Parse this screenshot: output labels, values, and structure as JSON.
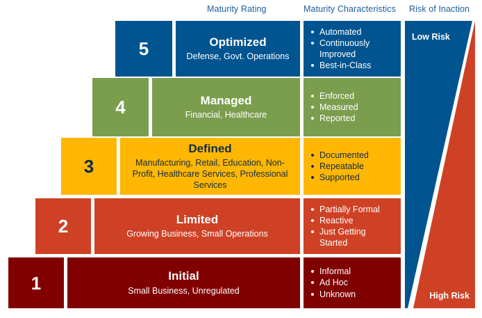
{
  "headers": {
    "rating": "Maturity Rating",
    "characteristics": "Maturity Characteristics",
    "risk": "Risk of Inaction"
  },
  "colors": {
    "header_text": "#1b5e9e",
    "level5": "#00548f",
    "level4": "#7b9e4e",
    "level3": "#ffb703",
    "level2": "#ce4125",
    "level1": "#800000",
    "risk_low": "#00548f",
    "risk_high": "#ce4125",
    "dark_text": "#112b45",
    "light_text": "#ffffff"
  },
  "levels": [
    {
      "number": "5",
      "title": "Optimized",
      "subtitle": "Defense, Govt. Operations",
      "characteristics": [
        "Automated",
        "Continuously Improved",
        "Best-in-Class"
      ]
    },
    {
      "number": "4",
      "title": "Managed",
      "subtitle": "Financial, Healthcare",
      "characteristics": [
        "Enforced",
        "Measured",
        "Reported"
      ]
    },
    {
      "number": "3",
      "title": "Defined",
      "subtitle": "Manufacturing, Retail, Education, Non-Profit, Healthcare Services, Professional Services",
      "characteristics": [
        "Documented",
        "Repeatable",
        "Supported"
      ]
    },
    {
      "number": "2",
      "title": "Limited",
      "subtitle": "Growing Business, Small Operations",
      "characteristics": [
        "Partially Formal",
        "Reactive",
        "Just Getting Started"
      ]
    },
    {
      "number": "1",
      "title": "Initial",
      "subtitle": "Small Business, Unregulated",
      "characteristics": [
        "Informal",
        "Ad Hoc",
        "Unknown"
      ]
    }
  ],
  "risk": {
    "low_label": "Low Risk",
    "high_label": "High Risk"
  }
}
